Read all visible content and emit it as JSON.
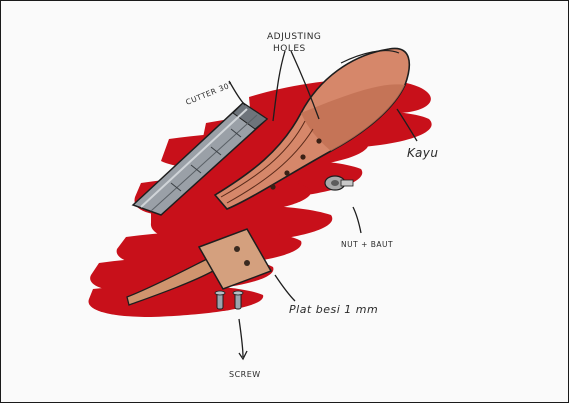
{
  "labels": {
    "adjusting_holes_line1": "ADJUSTING",
    "adjusting_holes_line2": "HOLES",
    "cutter": "CUTTER 30°",
    "wood": "Kayu",
    "nut_bolt": "NUT + BAUT",
    "plate": "Plat besi 1 mm",
    "screw": "SCREW"
  },
  "colors": {
    "marker_red": "#c8101a",
    "wood": "#d6876a",
    "wood_dark": "#a9583f",
    "blade": "#8a8f96",
    "ink": "#1e1e1e"
  }
}
